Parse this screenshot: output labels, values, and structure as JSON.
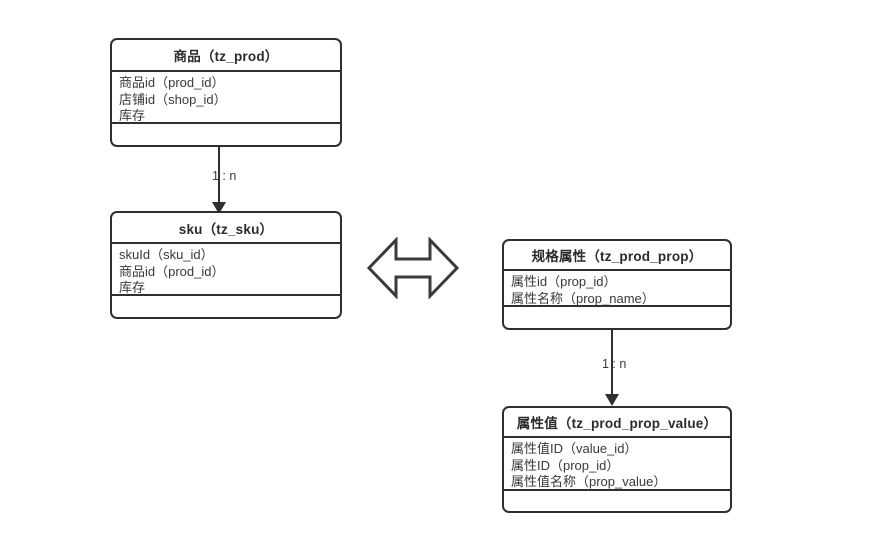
{
  "diagram": {
    "type": "er-class-diagram",
    "background_color": "#ffffff",
    "line_color": "#2f2f2f",
    "text_color": "#3b3838",
    "title_color": "#2b2b2b"
  },
  "entities": [
    {
      "id": "tz_prod",
      "title": "商品（tz_prod）",
      "attributes": [
        "商品id（prod_id）",
        "店铺id（shop_id）",
        "库存"
      ],
      "footer": ""
    },
    {
      "id": "tz_sku",
      "title": "sku（tz_sku）",
      "attributes": [
        "skuId（sku_id）",
        "商品id（prod_id）",
        "库存"
      ],
      "footer": ""
    },
    {
      "id": "tz_prod_prop",
      "title": "规格属性（tz_prod_prop）",
      "attributes": [
        "属性id（prop_id）",
        "属性名称（prop_name）"
      ],
      "footer": ""
    },
    {
      "id": "tz_prod_prop_value",
      "title": "属性值（tz_prod_prop_value）",
      "attributes": [
        "属性值ID（value_id）",
        "属性ID（prop_id）",
        "属性值名称（prop_value）"
      ],
      "footer": ""
    }
  ],
  "connectors": [
    {
      "id": "prod-to-sku",
      "from": "tz_prod",
      "to": "tz_sku",
      "label": "1 : n",
      "arrow": "down-filled-triangle"
    },
    {
      "id": "prop-to-prop-value",
      "from": "tz_prod_prop",
      "to": "tz_prod_prop_value",
      "label": "1 : n",
      "arrow": "down-filled-triangle"
    }
  ],
  "relations": [
    {
      "id": "sku-prop-link",
      "icon": "double-headed-arrow-icon",
      "between": [
        "tz_sku",
        "tz_prod_prop"
      ],
      "label": ""
    }
  ]
}
